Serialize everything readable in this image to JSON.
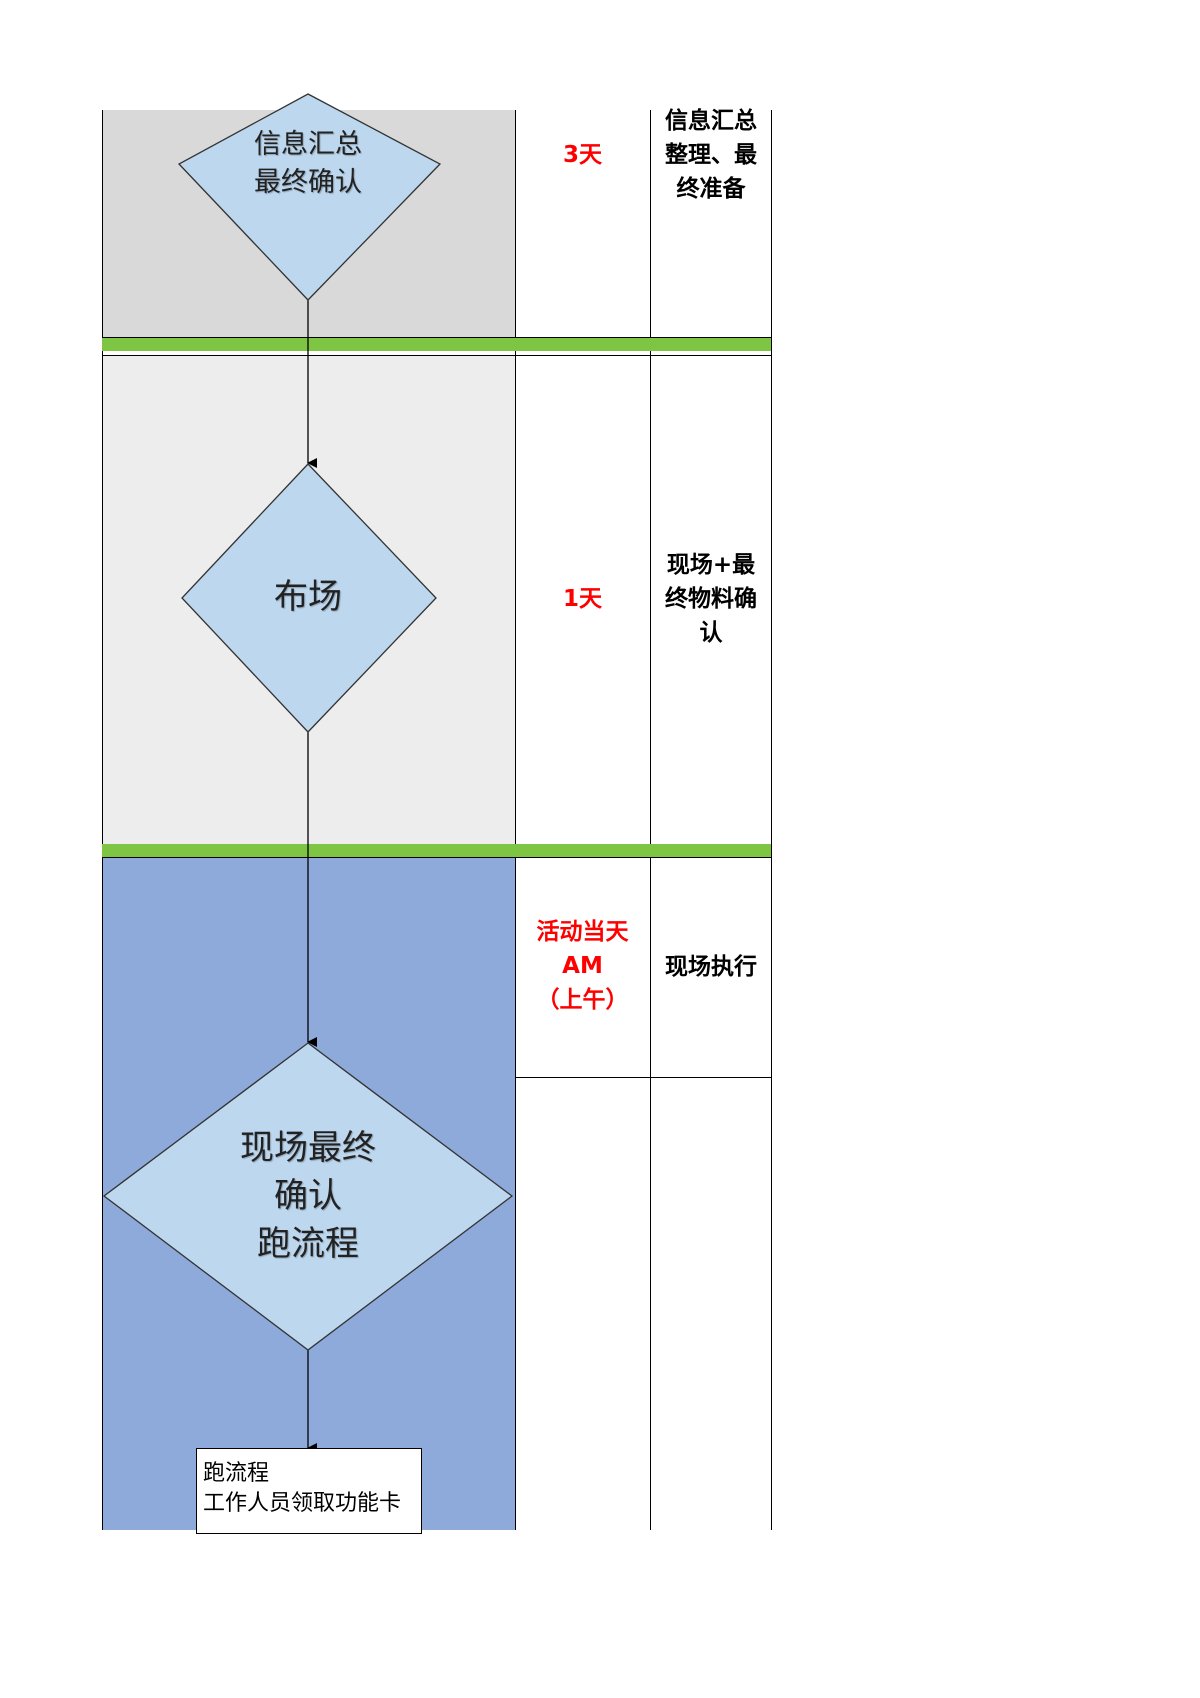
{
  "colors": {
    "band1": "#d9d9d9",
    "band2": "#ededed",
    "band3": "#8eaadb",
    "diamond_fill": "#bdd7ee",
    "separator": "#7ec544",
    "duration": "#ff0000"
  },
  "stages": [
    {
      "diamond": [
        "信息汇总",
        "最终确认"
      ],
      "duration": [
        "3天"
      ],
      "task": [
        "信息汇总",
        "整理、最",
        "终准备"
      ]
    },
    {
      "diamond": [
        "布场"
      ],
      "duration": [
        "1天"
      ],
      "task": [
        "现场+最",
        "终物料确",
        "认"
      ]
    },
    {
      "diamond": [
        "现场最终",
        "确认",
        "跑流程"
      ],
      "duration": [
        "活动当天",
        "AM",
        "（上午）"
      ],
      "task": [
        "现场执行"
      ]
    }
  ],
  "final_box": [
    "跑流程",
    "工作人员领取功能卡"
  ]
}
